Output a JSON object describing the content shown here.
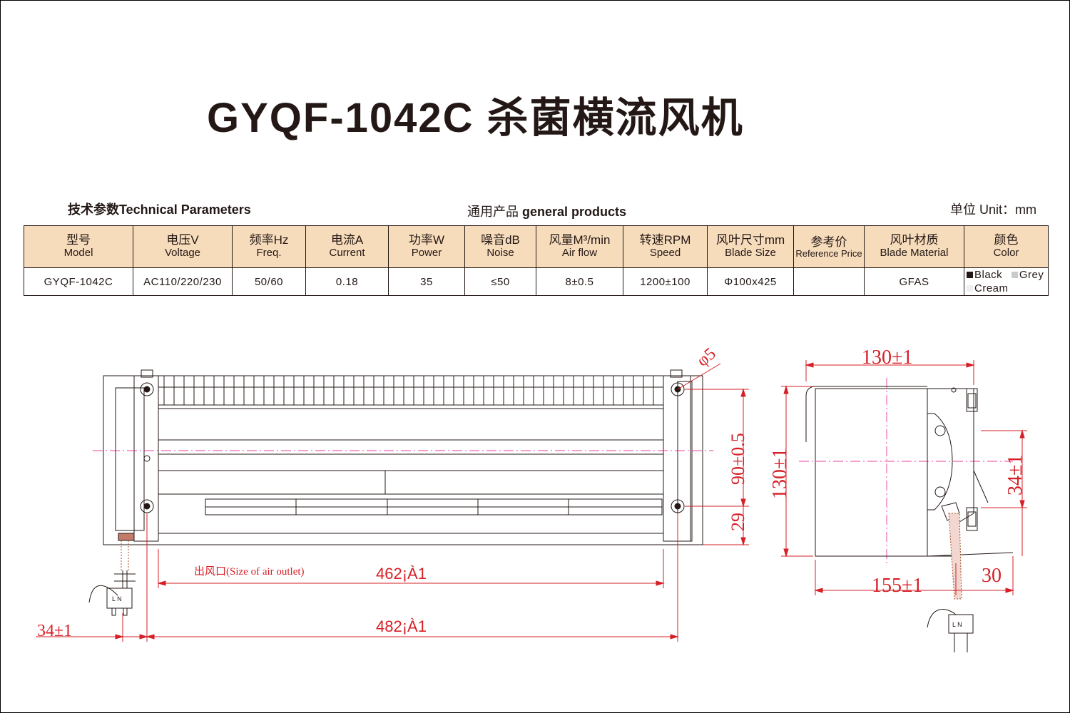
{
  "title": "GYQF-1042C 杀菌横流风机",
  "subtitle_left": {
    "cn": "技术参数",
    "en": "Technical Parameters"
  },
  "subtitle_mid": {
    "cn": "通用产品",
    "en": "general products"
  },
  "subtitle_right": {
    "cn": "单位",
    "en": "Unit：mm"
  },
  "table": {
    "headers": [
      {
        "cn": "型号",
        "en": "Model"
      },
      {
        "cn": "电压V",
        "en": "Voltage"
      },
      {
        "cn": "频率Hz",
        "en": "Freq."
      },
      {
        "cn": "电流A",
        "en": "Current"
      },
      {
        "cn": "功率W",
        "en": "Power"
      },
      {
        "cn": "噪音dB",
        "en": "Noise"
      },
      {
        "cn": "风量M³/min",
        "en": "Air flow"
      },
      {
        "cn": "转速RPM",
        "en": "Speed"
      },
      {
        "cn": "风叶尺寸mm",
        "en": "Blade Size"
      },
      {
        "cn": "参考价",
        "en": "Reference Price"
      },
      {
        "cn": "风叶材质",
        "en": "Blade Material"
      },
      {
        "cn": "颜色",
        "en": "Color"
      }
    ],
    "row": {
      "model": "GYQF-1042C",
      "voltage": "AC110/220/230",
      "freq": "50/60",
      "current": "0.18",
      "power": "35",
      "noise": "≤50",
      "airflow": "8±0.5",
      "speed": "1200±100",
      "blade_size": "Φ100x425",
      "price": "",
      "material": "GFAS",
      "colors": [
        {
          "name": "Black",
          "swatch": "#231815"
        },
        {
          "name": "Grey",
          "swatch": "#c9caca"
        },
        {
          "name": "Cream",
          "swatch": "#efefef"
        }
      ]
    }
  },
  "dimensions": {
    "hole": "φ5",
    "height_90": "90±0.5",
    "offset_29": "29",
    "outlet_label": "出风口(Size of  air outlet)",
    "outlet": "462¡À1",
    "length": "482¡À1",
    "left_34": "34±1",
    "side_width": "130±1",
    "side_height": "130±1",
    "side_34": "34±1",
    "side_depth": "155±1",
    "side_30": "30",
    "connector_left": "L N",
    "connector_right": "L N"
  }
}
